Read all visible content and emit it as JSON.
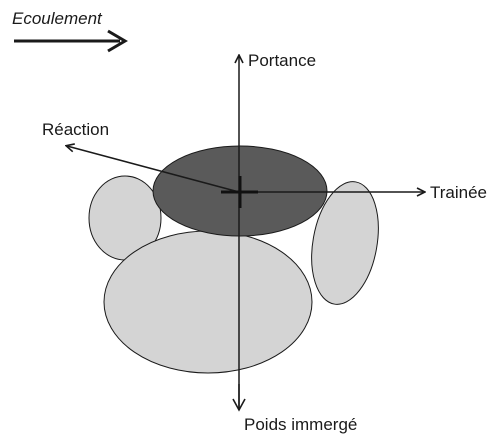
{
  "labels": {
    "flow": "Ecoulement",
    "lift": "Portance",
    "reaction": "Réaction",
    "drag": "Trainée",
    "submerged_weight": "Poids immergé"
  },
  "colors": {
    "particle_light": "#d4d4d4",
    "particle_dark": "#5a5a5a",
    "outline": "#1a1a1a",
    "background": "#ffffff"
  }
}
